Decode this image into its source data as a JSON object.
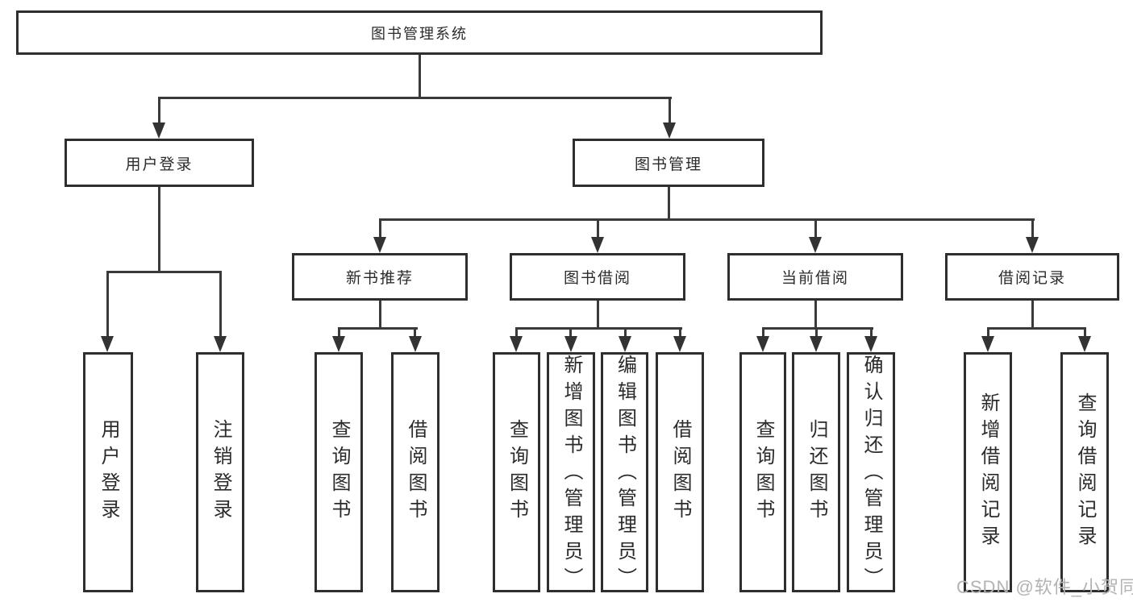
{
  "diagram": {
    "root": "图书管理系统",
    "user_login_branch": {
      "label": "用户登录",
      "children": [
        "用户登录",
        "注销登录"
      ]
    },
    "book_mgmt_branch": {
      "label": "图书管理",
      "children": [
        {
          "label": "新书推荐",
          "children": [
            "查询图书",
            "借阅图书"
          ]
        },
        {
          "label": "图书借阅",
          "children": [
            "查询图书",
            "新增图书（管理员）",
            "编辑图书（管理员）",
            "借阅图书"
          ]
        },
        {
          "label": "当前借阅",
          "children": [
            "查询图书",
            "归还图书",
            "确认归还（管理员）"
          ]
        },
        {
          "label": "借阅记录",
          "children": [
            "新增借阅记录",
            "查询借阅记录"
          ]
        }
      ]
    },
    "watermark": "CSDN @软件_小贺同学"
  },
  "colors": {
    "box_border": "#2e2e2e",
    "connector_line": "#3a3a3a",
    "text": "#2b2b2b",
    "watermark": "#b3b3b3",
    "background": "#ffffff"
  }
}
